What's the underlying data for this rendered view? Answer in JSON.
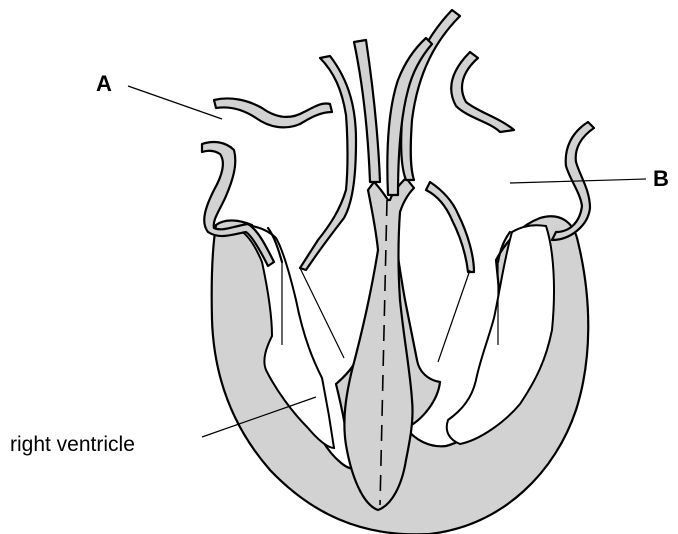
{
  "labels": {
    "a": "A",
    "b": "B",
    "right_ventricle": "right ventricle"
  },
  "colors": {
    "tissue_fill": "#d2d2d2",
    "outline": "#000000",
    "background": "#ffffff"
  }
}
